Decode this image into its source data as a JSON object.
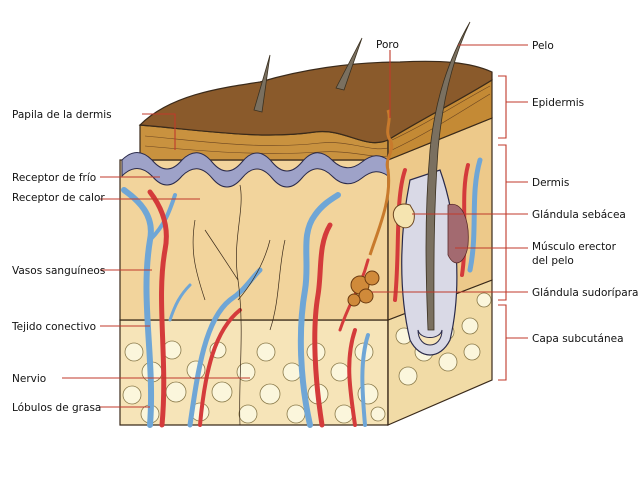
{
  "labels": {
    "papila": "Papila de la dermis",
    "frio": "Receptor de frío",
    "calor": "Receptor de calor",
    "vasos": "Vasos sanguíneos",
    "tejido": "Tejido conectivo",
    "nervio": "Nervio",
    "lobulos": "Lóbulos de grasa",
    "poro": "Poro",
    "pelo": "Pelo",
    "epidermis": "Epidermis",
    "dermis": "Dermis",
    "glandula_sebacea": "Glándula sebácea",
    "musculo_l1": "Músculo erector",
    "musculo_l2": "del pelo",
    "glandula_sudoripara": "Glándula sudorípara",
    "subcutanea": "Capa subcutánea"
  },
  "colors": {
    "leader": "#c0392b",
    "surface": "#8a5a2b",
    "epidermis": "#c9923f",
    "dermis": "#f2d49c",
    "subcutaneous": "#f6e4b8",
    "fat": "#fbf6dc",
    "artery": "#d43b3b",
    "vein": "#6fa6d6",
    "papilla": "#9ea2c8",
    "hair": "#7a7060",
    "gland": "#c87a2c"
  }
}
